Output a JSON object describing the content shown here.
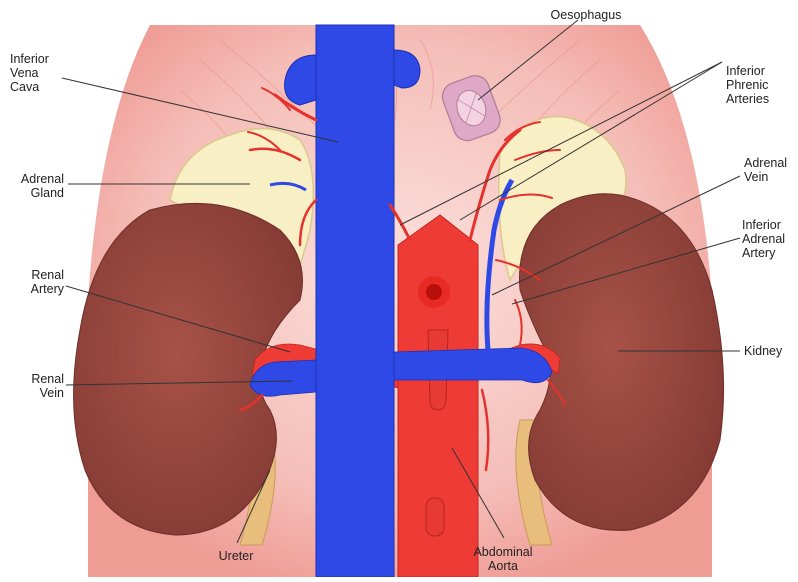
{
  "labels": {
    "inferior_vena_cava": "Inferior\nVena\nCava",
    "adrenal_gland": "Adrenal\nGland",
    "renal_artery": "Renal\nArtery",
    "renal_vein": "Renal\nVein",
    "ureter": "Ureter",
    "oesophagus": "Oesophagus",
    "inferior_phrenic_arteries": "Inferior\nPhrenic\nArteries",
    "adrenal_vein": "Adrenal\nVein",
    "inferior_adrenal_artery": "Inferior\nAdrenal\nArtery",
    "kidney": "Kidney",
    "abdominal_aorta": "Abdominal\nAorta"
  },
  "colors": {
    "background": "#f2b3ad",
    "kidney": "#9b4a42",
    "adrenal": "#f8efc4",
    "vena_cava": "#2f49e6",
    "aorta": "#ef3b36",
    "ureter": "#e9be7c",
    "oesophagus": "#dfa8c6",
    "leader_line": "#333333"
  }
}
